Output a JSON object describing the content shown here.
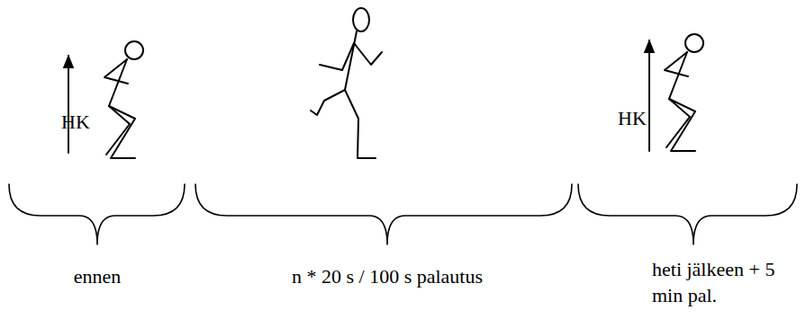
{
  "diagram": {
    "labels": [
      "HK",
      "HK",
      "ennen",
      "n * 20 s / 100 s palautus",
      "heti jälkeen + 5 min pal."
    ]
  }
}
